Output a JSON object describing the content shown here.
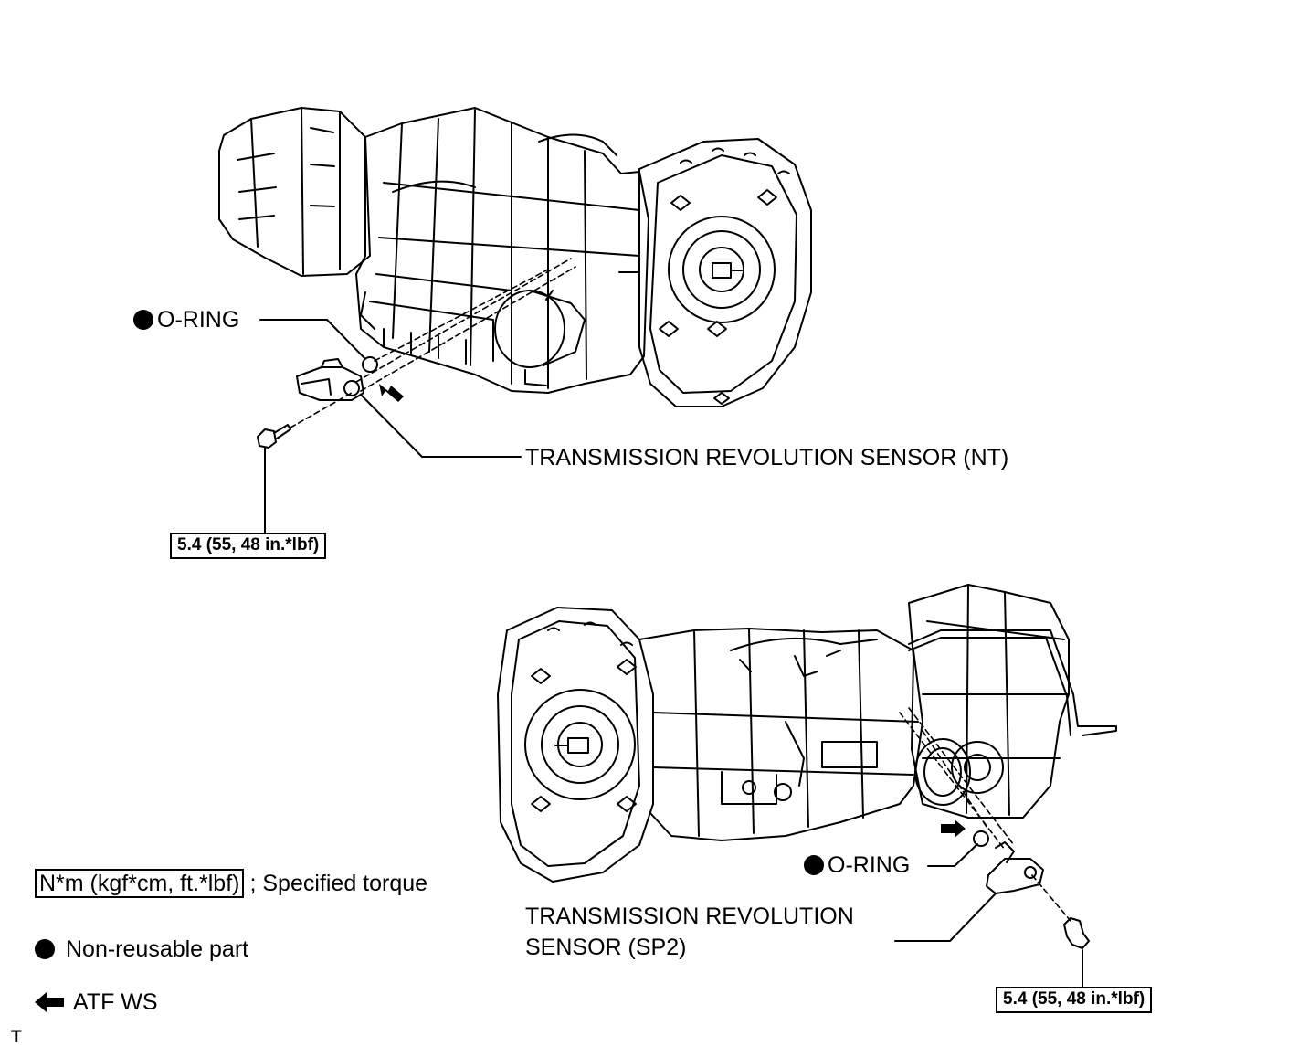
{
  "upper": {
    "oring_label": "O-RING",
    "sensor_label": "TRANSMISSION REVOLUTION SENSOR",
    "sensor_code": "(NT)",
    "torque": "5.4 (55, 48 in.*lbf)"
  },
  "lower": {
    "oring_label": "O-RING",
    "sensor_line1": "TRANSMISSION REVOLUTION",
    "sensor_line2": "SENSOR (SP2)",
    "torque": "5.4 (55, 48 in.*lbf)"
  },
  "legend": {
    "torque_unit": "N*m (kgf*cm, ft.*lbf)",
    "torque_desc": "; Specified torque",
    "nonreusable": "Non-reusable part",
    "atf": "ATF WS"
  },
  "corner_mark": "T"
}
